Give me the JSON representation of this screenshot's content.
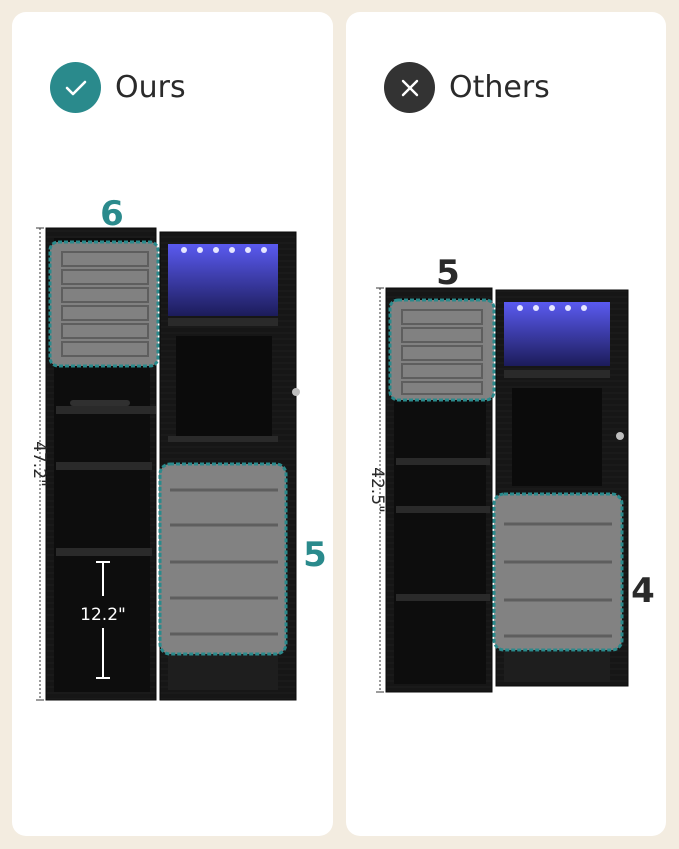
{
  "colors": {
    "accent": "#2a8a8c",
    "dark_badge": "#333333",
    "cabinet": "#141414",
    "tray_fill": "#8e8e8e",
    "led": "#3a3ad6"
  },
  "ours": {
    "icon": "check-icon",
    "label": "Ours",
    "top_tray_count": "6",
    "bottom_tray_count": "5",
    "height": "47.2\"",
    "inner_height": "12.2\""
  },
  "others": {
    "icon": "x-icon",
    "label": "Others",
    "top_tray_count": "5",
    "bottom_tray_count": "4",
    "height": "42.5\""
  }
}
